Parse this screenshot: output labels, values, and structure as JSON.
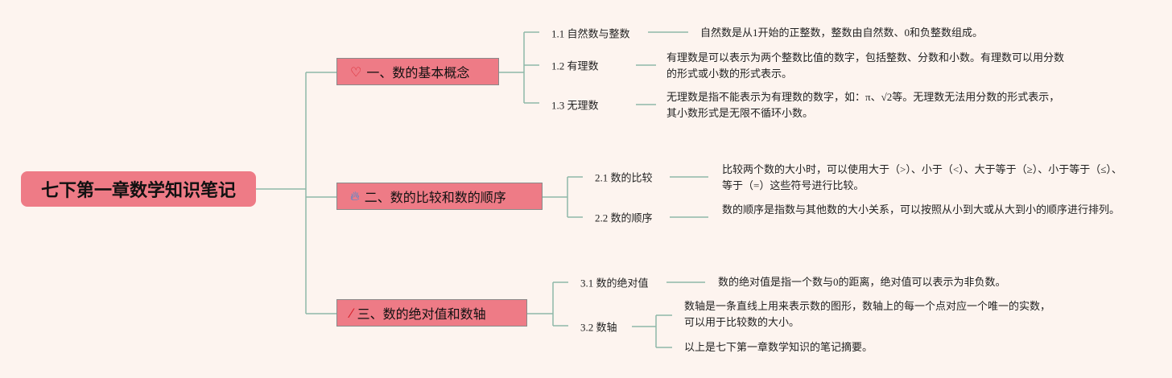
{
  "root": "七下第一章数学知识笔记",
  "branches": [
    {
      "icon": "heart-icon",
      "title": "一、数的基本概念",
      "children": [
        {
          "label": "1.1 自然数与整数",
          "desc": "自然数是从1开始的正整数，整数由自然数、0和负整数组成。"
        },
        {
          "label": "1.2 有理数",
          "desc": "有理数是可以表示为两个整数比值的数字，包括整数、分数和小数。有理数可以用分数的形式或小数的形式表示。"
        },
        {
          "label": "1.3 无理数",
          "desc": "无理数是指不能表示为有理数的数字，如：π、√2等。无理数无法用分数的形式表示，其小数形式是无限不循环小数。"
        }
      ]
    },
    {
      "icon": "flame-icon",
      "title": "二、数的比较和数的顺序",
      "children": [
        {
          "label": "2.1 数的比较",
          "desc": "比较两个数的大小时，可以使用大于（>）、小于（<）、大于等于（≥）、小于等于（≤）、等于（=）这些符号进行比较。"
        },
        {
          "label": "2.2 数的顺序",
          "desc": "数的顺序是指数与其他数的大小关系，可以按照从小到大或从大到小的顺序进行排列。"
        }
      ]
    },
    {
      "icon": "magic-wand-icon",
      "title": "三、数的绝对值和数轴",
      "children": [
        {
          "label": "3.1 数的绝对值",
          "desc": "数的绝对值是指一个数与0的距离，绝对值可以表示为非负数。"
        },
        {
          "label": "3.2 数轴",
          "descs": [
            "数轴是一条直线上用来表示数的图形，数轴上的每一个点对应一个唯一的实数，可以用于比较数的大小。",
            "以上是七下第一章数学知识的笔记摘要。"
          ]
        }
      ]
    }
  ],
  "colors": {
    "node": "#ee7b86",
    "line": "#8fb8a8",
    "background": "#fdf4ef"
  }
}
